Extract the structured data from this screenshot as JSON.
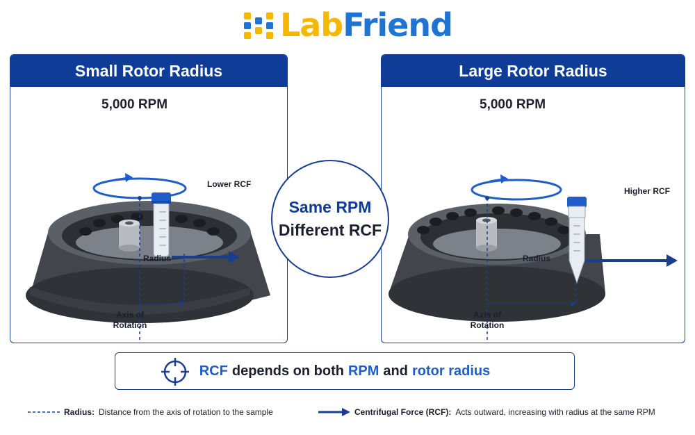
{
  "logo": {
    "text_lab": "Lab",
    "text_friend": "Friend"
  },
  "left_panel": {
    "title": "Small Rotor Radius",
    "rpm": "5,000 RPM",
    "force_label": "Lower RCF",
    "radius_label": "Radius",
    "axis_label_line1": "Axis of",
    "axis_label_line2": "Rotation"
  },
  "right_panel": {
    "title": "Large Rotor Radius",
    "rpm": "5,000 RPM",
    "force_label": "Higher RCF",
    "radius_label": "Radius",
    "axis_label_line1": "Axis of",
    "axis_label_line2": "Rotation"
  },
  "center": {
    "line1": "Same RPM",
    "line2": "Different RCF"
  },
  "summary": {
    "part1": "RCF",
    "part2": "depends on both",
    "part3": "RPM",
    "part4": "and",
    "part5": "rotor radius",
    "icon": "target-icon"
  },
  "legend": {
    "radius_term": "Radius:",
    "radius_desc": "Distance from the axis of rotation to the sample",
    "force_term": "Centrifugal Force (RCF):",
    "force_desc": "Acts outward, increasing with radius at the same RPM"
  },
  "colors": {
    "brand_blue": "#0f3c96",
    "accent_yellow": "#f5b700",
    "rotor": "#4a4e55"
  }
}
